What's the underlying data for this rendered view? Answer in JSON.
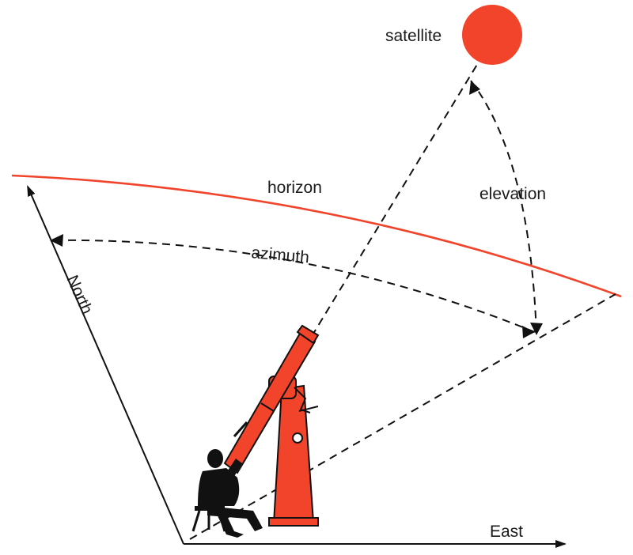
{
  "labels": {
    "satellite": "satellite",
    "horizon": "horizon",
    "elevation": "elevation",
    "azimuth": "azimuth",
    "north": "North",
    "east": "East"
  },
  "colors": {
    "accent": "#f2432b",
    "ink": "#111111",
    "background": "#ffffff"
  },
  "icons": [
    "satellite-icon",
    "telescope-icon",
    "observer-icon",
    "stool-icon"
  ]
}
